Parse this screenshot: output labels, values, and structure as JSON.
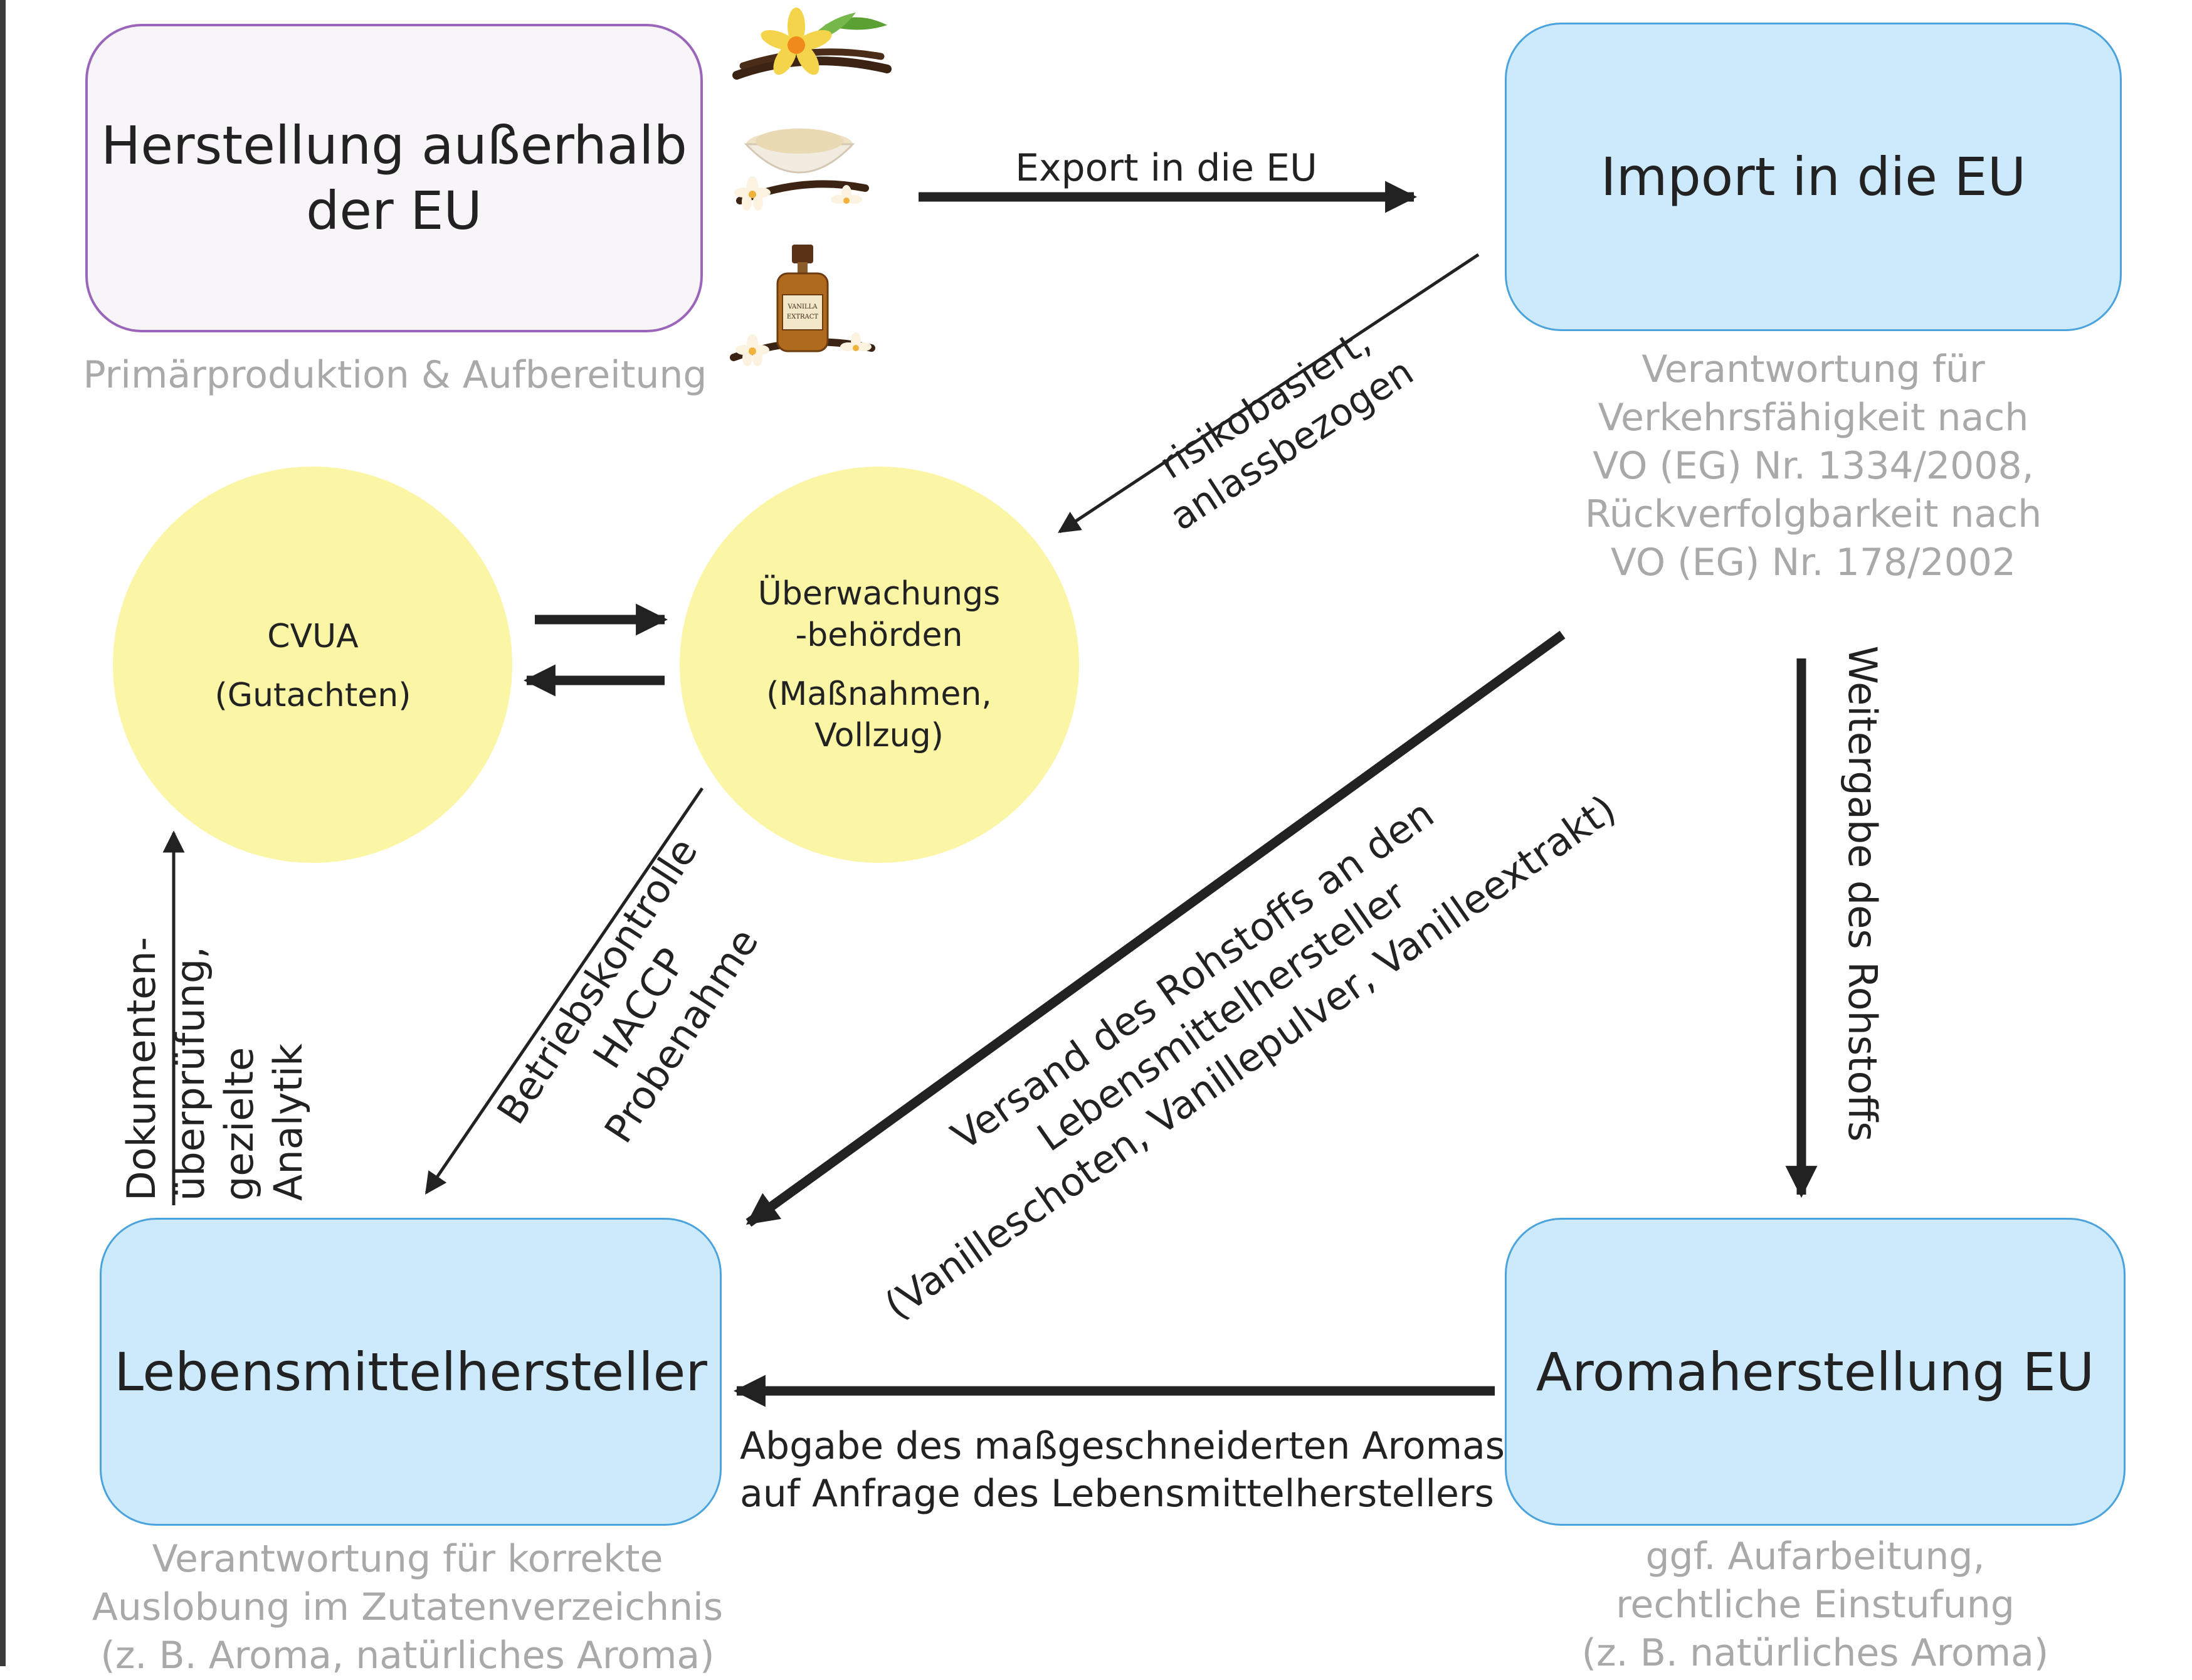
{
  "nodes": {
    "outside_eu": "Herstellung außerhalb\nder EU",
    "import_eu": "Import in die EU",
    "food_manufacturer": "Lebensmittelhersteller",
    "aroma_eu": "Aromaherstellung EU"
  },
  "notes": {
    "outside_eu": "Primärproduktion & Aufbereitung",
    "import_eu": "Verantwortung für\nVerkehrsfähigkeit nach\nVO (EG) Nr. 1334/2008,\nRückverfolgbarkeit nach\nVO (EG) Nr. 178/2002",
    "food_manufacturer": "Verantwortung für korrekte\nAuslobung im Zutatenverzeichnis\n(z. B. Aroma, natürliches Aroma)",
    "aroma_eu": "ggf. Aufarbeitung,\nrechtliche Einstufung\n(z. B. natürliches Aroma)"
  },
  "circles": {
    "cvua_title": "CVUA",
    "cvua_sub": "(Gutachten)",
    "authority_title": "Überwachungs\n-behörden",
    "authority_sub": "(Maßnahmen,\nVollzug)"
  },
  "edges": {
    "export": "Export in die EU",
    "risk": "risikobasiert,\nanlassbezogen",
    "dispatch": "Versand des Rohstoffs an den\nLebensmittelhersteller\n(Vanilleschoten, Vanillepulver, Vanilleextrakt)",
    "pass_on": "Weitergabe des Rohstoffs",
    "inspection": "Betriebskontrolle\nHACCP\nProbenahme",
    "documents": "Dokumenten-\nüberprüfung,\ngezielte Analytik",
    "delivery": "Abgabe des maßgeschneiderten Aromas\nauf Anfrage des Lebensmittelherstellers"
  },
  "illustrations": [
    "vanilla-flower-pods-icon",
    "vanilla-powder-bowl-icon",
    "vanilla-extract-bottle-icon"
  ],
  "illustration_text": "VANILLA EXTRACT",
  "colors": {
    "grey_box": "#f7f5f7",
    "grey_border": "#9966bb",
    "blue_box": "#cdeafd",
    "blue_border": "#4aa3dc",
    "circle": "#fbf6a6",
    "note_text": "#a9a9a9",
    "arrow": "#222222"
  }
}
